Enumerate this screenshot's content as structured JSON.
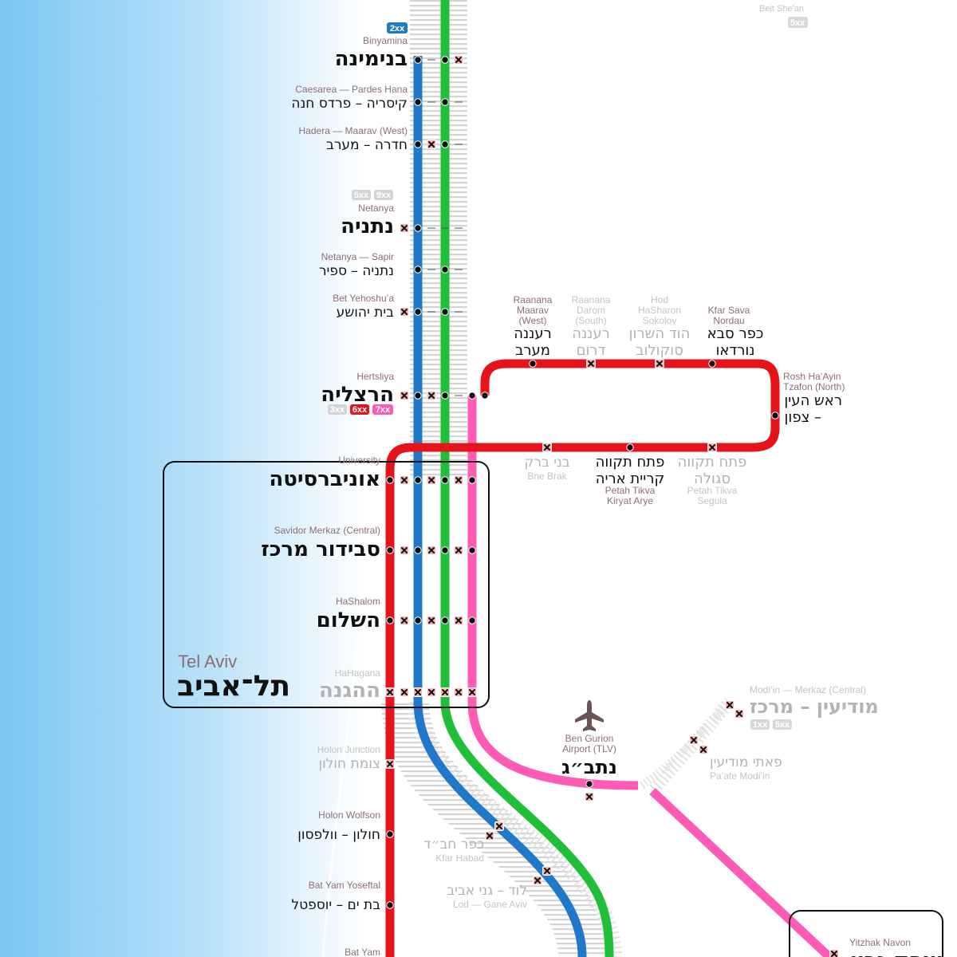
{
  "colors": {
    "red": "#e5141b",
    "blue": "#1f78c8",
    "green": "#1fbf3a",
    "pink": "#ff5ab4",
    "track": "#dcdcdc",
    "label_en": "#8c6f72",
    "dim": "#b8b8b8",
    "badge_grey": "#cfcfcf"
  },
  "city_frames": {
    "tel_aviv": {
      "en": "Tel Aviv",
      "he": "תל־אביב"
    }
  },
  "top_partial": {
    "en": "Beit She'an",
    "badge": "5xx"
  },
  "main_stations": [
    {
      "id": "binyamina",
      "en": "Binyamina",
      "he": "בנימינה",
      "major": true,
      "badges": [
        {
          "text": "2xx",
          "color": "blue"
        }
      ]
    },
    {
      "id": "caesarea",
      "en": "Caesarea — Pardes Hana",
      "he": "קיסריה – פרדס חנה",
      "major": false,
      "badges": []
    },
    {
      "id": "hadera",
      "en": "Hadera — Maarav (West)",
      "he": "חדרה – מערב",
      "major": false,
      "badges": []
    },
    {
      "id": "netanya",
      "en": "Netanya",
      "he": "נתניה",
      "major": true,
      "badges": [
        {
          "text": "5xx",
          "color": "grey"
        },
        {
          "text": "9xx",
          "color": "grey"
        }
      ]
    },
    {
      "id": "netanya-sapir",
      "en": "Netanya — Sapir",
      "he": "נתניה – ספיר",
      "major": false,
      "badges": []
    },
    {
      "id": "bet-yehoshua",
      "en": "Bet Yehoshu’a",
      "he": "בית יהושע",
      "major": false,
      "badges": []
    },
    {
      "id": "hertsliya",
      "en": "Hertsliya",
      "he": "הרצליה",
      "major": true,
      "badges": [
        {
          "text": "3xx",
          "color": "grey"
        },
        {
          "text": "6xx",
          "color": "red"
        },
        {
          "text": "7xx",
          "color": "pink"
        }
      ]
    },
    {
      "id": "university",
      "en": "University",
      "he": "אוניברסיטה",
      "major": true,
      "badges": []
    },
    {
      "id": "savidor",
      "en": "Savidor Merkaz (Central)",
      "he": "סבידור מרכז",
      "major": true,
      "badges": []
    },
    {
      "id": "hashalom",
      "en": "HaShalom",
      "he": "השלום",
      "major": true,
      "badges": []
    },
    {
      "id": "hahagana",
      "en": "HaHagana",
      "he": "ההגנה",
      "major": true,
      "dim": true,
      "badges": []
    },
    {
      "id": "holon-junction",
      "en": "Holon Junction",
      "he": "צומת חולון",
      "major": false,
      "dim": true,
      "badges": []
    },
    {
      "id": "holon-wolfson",
      "en": "Holon Wolfson",
      "he": "חולון – וולפסון",
      "major": false,
      "badges": []
    },
    {
      "id": "bat-yam-yoseftal",
      "en": "Bat Yam Yoseftal",
      "he": "בת ים – יוספטל",
      "major": false,
      "badges": []
    },
    {
      "id": "bat-yam-2",
      "en": "Bat Yam",
      "he": "",
      "major": false,
      "badges": []
    }
  ],
  "east_loop_stations": [
    {
      "id": "raanana-west",
      "en": "Raanana Maarav (West)",
      "he": "רעננה מערב",
      "dim": false
    },
    {
      "id": "raanana-south",
      "en": "Raanana Darom (South)",
      "he": "רעננה דרום",
      "dim": true
    },
    {
      "id": "hod-hasharon",
      "en": "Hod HaSharon Sokolov",
      "he": "הוד השרון סוקולוב",
      "dim": true
    },
    {
      "id": "kfar-sava",
      "en": "Kfar Sava Nordau",
      "he": "כפר סבא נורדאו",
      "dim": false
    },
    {
      "id": "rosh-haayin",
      "en": "Rosh Ha’Ayin Tzafon (North)",
      "he": "ראש העין – צפון",
      "dim": false
    },
    {
      "id": "bne-brak",
      "en": "Bne Brak",
      "he": "בני ברק",
      "dim": true
    },
    {
      "id": "petah-tikva-kiryat-arye",
      "en": "Petah Tikva Kiryat Arye",
      "he": "פתח תקווה קריית אריה",
      "dim": false
    },
    {
      "id": "petah-tikva-segula",
      "en": "Petah Tikva Segula",
      "he": "פתח תקווה סגולה",
      "dim": true
    }
  ],
  "south_stations": [
    {
      "id": "ben-gurion",
      "en": "Ben Gurion Airport (TLV)",
      "he": "נתב״ג",
      "dim": false
    },
    {
      "id": "modiin-merkaz",
      "en": "Modi’in — Merkaz (Central)",
      "he": "מודיעין – מרכז",
      "dim": true,
      "badges": [
        "1xx",
        "5xx"
      ]
    },
    {
      "id": "paate-modiin",
      "en": "Pa’ate Modi’in",
      "he": "פאתי מודיעין",
      "dim": true
    },
    {
      "id": "kfar-habad",
      "en": "Kfar Habad",
      "he": "כפר חב״ד",
      "dim": true
    },
    {
      "id": "lod-gane-aviv",
      "en": "Lod — Gane Aviv",
      "he": "לוד – גני אביב",
      "dim": true
    },
    {
      "id": "yitzhak-navon",
      "en": "Yitzhak Navon",
      "he": "יצחק נבון",
      "dim": false
    }
  ],
  "icons": {
    "airport": "airplane-icon"
  }
}
